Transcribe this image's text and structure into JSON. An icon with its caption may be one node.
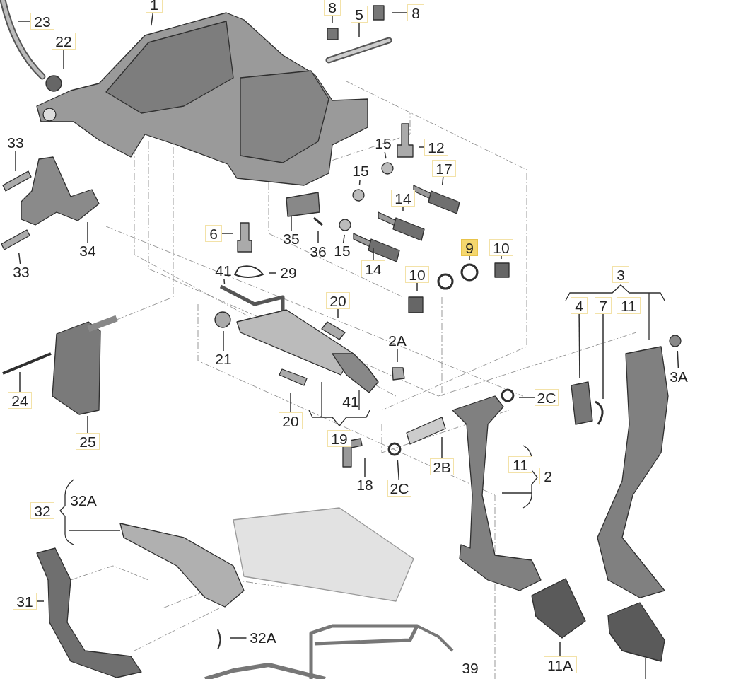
{
  "diagram": {
    "nodes": [
      {
        "text": [
          "1"
        ]
      },
      {
        "text": [
          "23"
        ]
      },
      {
        "text": [
          "22"
        ]
      },
      {
        "text": [
          "8"
        ]
      },
      {
        "text": [
          "5"
        ]
      },
      {
        "text": [
          "8"
        ]
      },
      {
        "text": [
          "33"
        ]
      },
      {
        "text": [
          "15"
        ]
      },
      {
        "text": [
          "12"
        ]
      },
      {
        "text": [
          "17"
        ]
      },
      {
        "text": [
          "15"
        ]
      },
      {
        "text": [
          "14"
        ]
      },
      {
        "text": [
          "6"
        ]
      },
      {
        "text": [
          "35"
        ]
      },
      {
        "text": [
          "36"
        ]
      },
      {
        "text": [
          "15"
        ]
      },
      {
        "text": [
          "14"
        ]
      },
      {
        "text": [
          "9"
        ]
      },
      {
        "text": [
          "10"
        ]
      },
      {
        "text": [
          "10"
        ]
      },
      {
        "text": [
          "34"
        ]
      },
      {
        "text": [
          "33"
        ]
      },
      {
        "text": [
          "41"
        ]
      },
      {
        "text": [
          "29"
        ]
      },
      {
        "text": [
          "20"
        ]
      },
      {
        "text": [
          "4"
        ]
      },
      {
        "text": [
          "7"
        ]
      },
      {
        "text": [
          "21"
        ]
      },
      {
        "text": [
          "2A"
        ]
      },
      {
        "text": [
          "3A"
        ]
      },
      {
        "text": [
          "24"
        ]
      },
      {
        "text": [
          "25"
        ]
      },
      {
        "text": [
          "20"
        ]
      },
      {
        "text": [
          "2C"
        ]
      },
      {
        "text": [
          "18"
        ]
      },
      {
        "text": [
          "2B"
        ]
      },
      {
        "text": [
          "2C"
        ]
      },
      {
        "text": [
          "31"
        ]
      },
      {
        "text": [
          "32A"
        ]
      },
      {
        "text": [
          "11A"
        ]
      },
      {
        "text": [
          "3"
        ]
      },
      {
        "text": [
          "11"
        ]
      },
      {
        "text": [
          "19"
        ]
      },
      {
        "text": [
          "11"
        ]
      },
      {
        "text": [
          "2"
        ]
      },
      {
        "text": [
          "32"
        ]
      }
    ],
    "edges": [
      {
        "from": 0,
        "to": null,
        "arrow": "none"
      },
      {
        "from": 1,
        "to": null,
        "arrow": "none"
      },
      {
        "from": 2,
        "to": null,
        "arrow": "none"
      },
      {
        "from": 3,
        "to": null,
        "arrow": "none"
      },
      {
        "from": 4,
        "to": null,
        "arrow": "none"
      },
      {
        "from": 5,
        "to": null,
        "arrow": "none"
      },
      {
        "from": 6,
        "to": null,
        "arrow": "none"
      },
      {
        "from": 7,
        "to": null,
        "arrow": "none"
      },
      {
        "from": 8,
        "to": null,
        "arrow": "none"
      },
      {
        "from": 9,
        "to": null,
        "arrow": "none"
      },
      {
        "from": 10,
        "to": null,
        "arrow": "none"
      },
      {
        "from": 11,
        "to": null,
        "arrow": "none"
      },
      {
        "from": 12,
        "to": null,
        "arrow": "none"
      },
      {
        "from": 13,
        "to": null,
        "arrow": "none"
      },
      {
        "from": 14,
        "to": null,
        "arrow": "none"
      },
      {
        "from": 15,
        "to": null,
        "arrow": "none"
      },
      {
        "from": 16,
        "to": null,
        "arrow": "none"
      },
      {
        "from": 17,
        "to": null,
        "arrow": "none"
      },
      {
        "from": 18,
        "to": null,
        "arrow": "none"
      },
      {
        "from": 19,
        "to": null,
        "arrow": "none"
      },
      {
        "from": 20,
        "to": null,
        "arrow": "none"
      },
      {
        "from": 21,
        "to": null,
        "arrow": "none"
      },
      {
        "from": 22,
        "to": null,
        "arrow": "none"
      },
      {
        "from": 23,
        "to": null,
        "arrow": "none"
      },
      {
        "from": 24,
        "to": null,
        "arrow": "none"
      },
      {
        "from": 25,
        "to": null,
        "arrow": "none"
      },
      {
        "from": 26,
        "to": null,
        "arrow": "none"
      },
      {
        "from": 27,
        "to": null,
        "arrow": "none"
      },
      {
        "from": 28,
        "to": null,
        "arrow": "none"
      },
      {
        "from": 29,
        "to": null,
        "arrow": "none"
      },
      {
        "from": 30,
        "to": null,
        "arrow": "none"
      },
      {
        "from": 31,
        "to": null,
        "arrow": "none"
      },
      {
        "from": 32,
        "to": null,
        "arrow": "none"
      },
      {
        "from": 33,
        "to": null,
        "arrow": "none"
      },
      {
        "from": 34,
        "to": null,
        "arrow": "none"
      },
      {
        "from": 35,
        "to": null,
        "arrow": "none"
      },
      {
        "from": 36,
        "to": null,
        "arrow": "none"
      },
      {
        "from": 37,
        "to": null,
        "arrow": "none"
      },
      {
        "from": 38,
        "to": null,
        "arrow": "none"
      },
      {
        "from": 39,
        "to": null,
        "arrow": "none"
      }
    ],
    "labels": [
      "41",
      "32A",
      "39"
    ]
  }
}
